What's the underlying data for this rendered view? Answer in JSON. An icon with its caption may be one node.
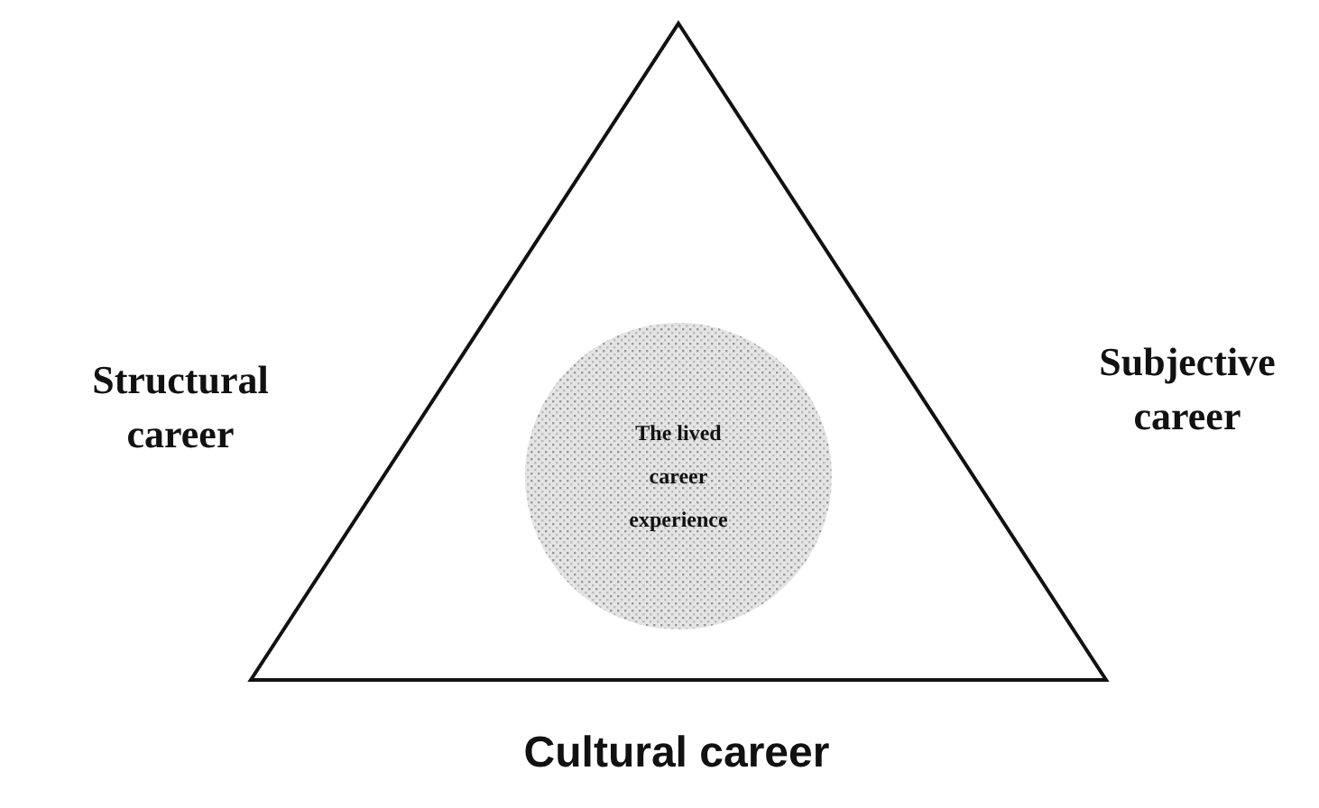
{
  "diagram": {
    "nodes": [
      {
        "text": [],
        "shape": "triangle"
      },
      {
        "text": [
          "The lived career experience"
        ],
        "in": 0
      }
    ],
    "edges": [],
    "labels": [
      "Structural career",
      "Subjective career",
      "Cultural career"
    ]
  }
}
